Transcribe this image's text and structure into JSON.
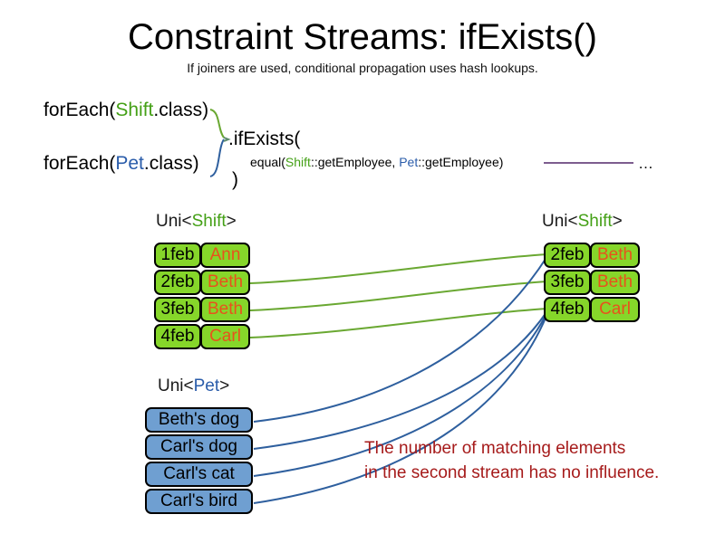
{
  "header": {
    "title": "Constraint Streams: ifExists()",
    "subtitle": "If joiners are used, conditional propagation uses hash lookups."
  },
  "code": {
    "foreach_shift": {
      "prefix": "forEach(",
      "type": "Shift",
      "suffix": ".class)"
    },
    "foreach_pet": {
      "prefix": "forEach(",
      "type": "Pet",
      "suffix": ".class)"
    },
    "if_exists": ".ifExists(",
    "equal": {
      "prefix": "equal(",
      "left_type": "Shift",
      "left_method": "::getEmployee, ",
      "right_type": "Pet",
      "right_method": "::getEmployee)"
    },
    "close_paren": ")",
    "ellipsis": "…"
  },
  "streams": {
    "left_shift": {
      "label_prefix": "Uni<",
      "label_type": "Shift",
      "label_suffix": ">",
      "rows": [
        {
          "date": "1feb",
          "name": "Ann"
        },
        {
          "date": "2feb",
          "name": "Beth"
        },
        {
          "date": "3feb",
          "name": "Beth"
        },
        {
          "date": "4feb",
          "name": "Carl"
        }
      ]
    },
    "right_shift": {
      "label_prefix": "Uni<",
      "label_type": "Shift",
      "label_suffix": ">",
      "rows": [
        {
          "date": "2feb",
          "name": "Beth"
        },
        {
          "date": "3feb",
          "name": "Beth"
        },
        {
          "date": "4feb",
          "name": "Carl"
        }
      ]
    },
    "left_pet": {
      "label_prefix": "Uni<",
      "label_type": "Pet",
      "label_suffix": ">",
      "rows": [
        {
          "name": "Beth's dog"
        },
        {
          "name": "Carl's dog"
        },
        {
          "name": "Carl's cat"
        },
        {
          "name": "Carl's bird"
        }
      ]
    }
  },
  "annotation": {
    "line1": "The number of matching elements",
    "line2": "in the second stream has no influence."
  },
  "colors": {
    "shift_green": "#44a016",
    "pet_blue": "#2a5caa",
    "box_green": "#86d62a",
    "box_blue": "#6f9fd1",
    "name_orange": "#e8521c",
    "annotation_red": "#a61b1b",
    "connector_green": "#6aa832",
    "connector_blue": "#2e5f9e",
    "equal_line_purple": "#7d5d8f"
  }
}
